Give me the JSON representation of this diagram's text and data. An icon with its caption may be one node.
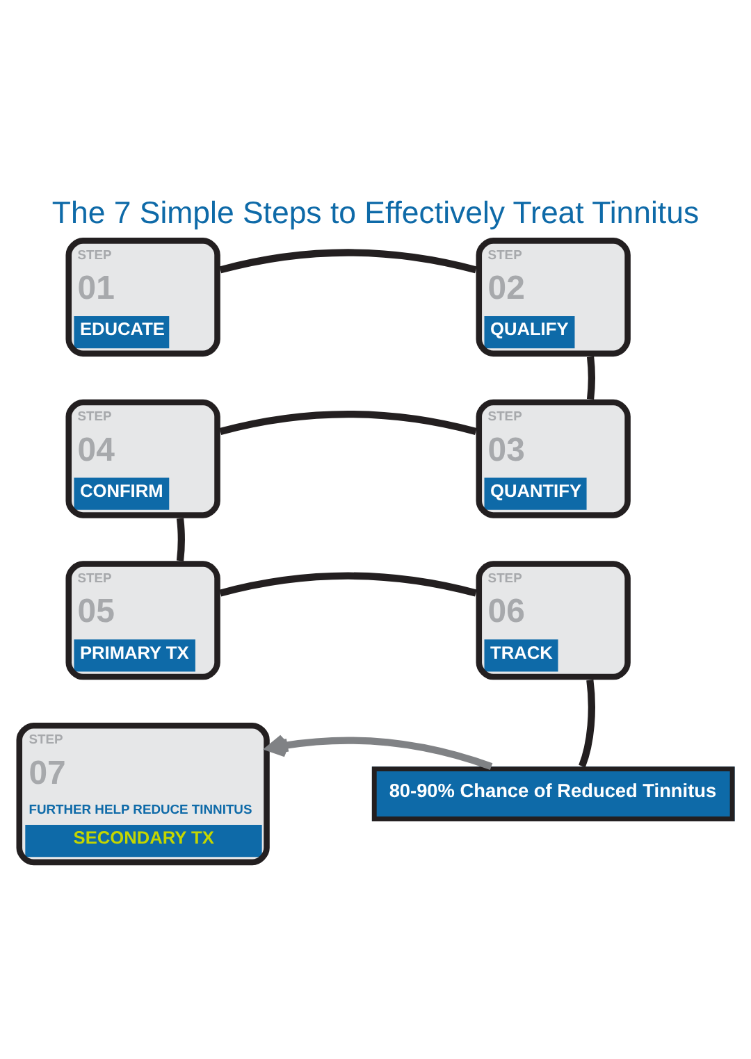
{
  "diagram": {
    "title": "The 7 Simple Steps to Effectively Treat Tinnitus",
    "nodes": [
      {
        "text": [
          "STEP",
          "01",
          "EDUCATE"
        ]
      },
      {
        "text": [
          "STEP",
          "02",
          "QUALIFY"
        ]
      },
      {
        "text": [
          "STEP",
          "04",
          "CONFIRM"
        ]
      },
      {
        "text": [
          "STEP",
          "03",
          "QUANTIFY"
        ]
      },
      {
        "text": [
          "STEP",
          "05",
          "PRIMARY TX"
        ]
      },
      {
        "text": [
          "STEP",
          "06",
          "TRACK"
        ]
      },
      {
        "text": [
          "STEP",
          "07",
          "FURTHER HELP REDUCE TINNITUS",
          "SECONDARY TX"
        ]
      },
      {
        "text": [
          "80-90% Chance of Reduced Tinnitus"
        ]
      }
    ],
    "edges": [
      {
        "from": 0,
        "to": 1,
        "arrow": "none"
      },
      {
        "from": 1,
        "to": 3,
        "arrow": "none"
      },
      {
        "from": 3,
        "to": 2,
        "arrow": "none"
      },
      {
        "from": 2,
        "to": 4,
        "arrow": "none"
      },
      {
        "from": 4,
        "to": 5,
        "arrow": "none"
      },
      {
        "from": 5,
        "to": 7,
        "arrow": "none"
      },
      {
        "from": 7,
        "to": 6,
        "arrow": "to",
        "color": "#808285"
      }
    ]
  }
}
